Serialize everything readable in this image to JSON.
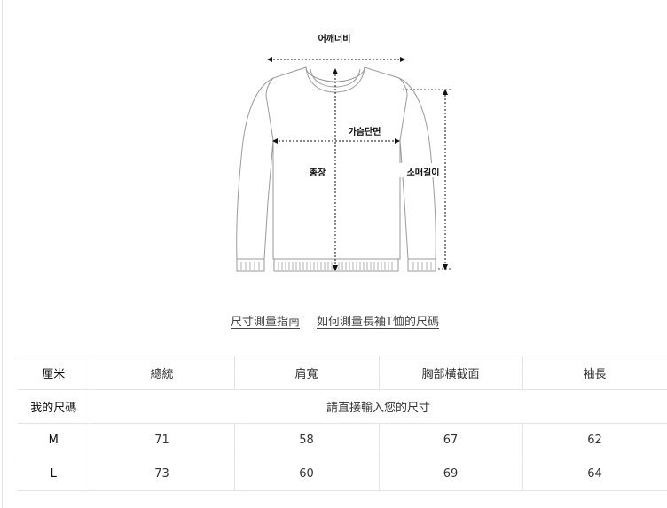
{
  "diagram": {
    "labels": {
      "shoulder": "어깨너비",
      "chest": "가슴단면",
      "length": "총장",
      "sleeve": "소매길이"
    }
  },
  "links": {
    "guide": "尺寸測量指南",
    "howto": "如何測量長袖T恤的尺碼"
  },
  "table": {
    "headers": [
      "厘米",
      "總統",
      "肩寬",
      "胸部橫截面",
      "袖長"
    ],
    "my_size_label": "我的尺碼",
    "my_size_placeholder": "請直接輸入您的尺寸",
    "rows": [
      {
        "size": "M",
        "values": [
          "71",
          "58",
          "67",
          "62"
        ]
      },
      {
        "size": "L",
        "values": [
          "73",
          "60",
          "69",
          "64"
        ]
      }
    ]
  },
  "colors": {
    "outline": "#9a9a9a",
    "border": "#e3e3e3",
    "measure": "#111111"
  }
}
